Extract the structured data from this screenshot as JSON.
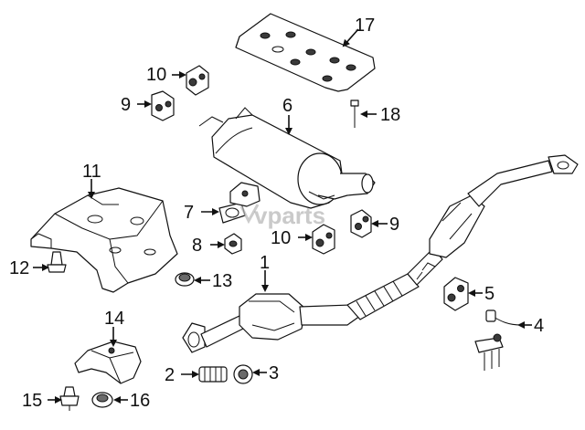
{
  "watermark": "vparts",
  "callouts": {
    "c1": "1",
    "c2": "2",
    "c3": "3",
    "c4": "4",
    "c5": "5",
    "c6": "6",
    "c7": "7",
    "c8": "8",
    "c9a": "9",
    "c9b": "9",
    "c10a": "10",
    "c10b": "10",
    "c11": "11",
    "c12": "12",
    "c13": "13",
    "c14": "14",
    "c15": "15",
    "c16": "16",
    "c17": "17",
    "c18": "18"
  }
}
